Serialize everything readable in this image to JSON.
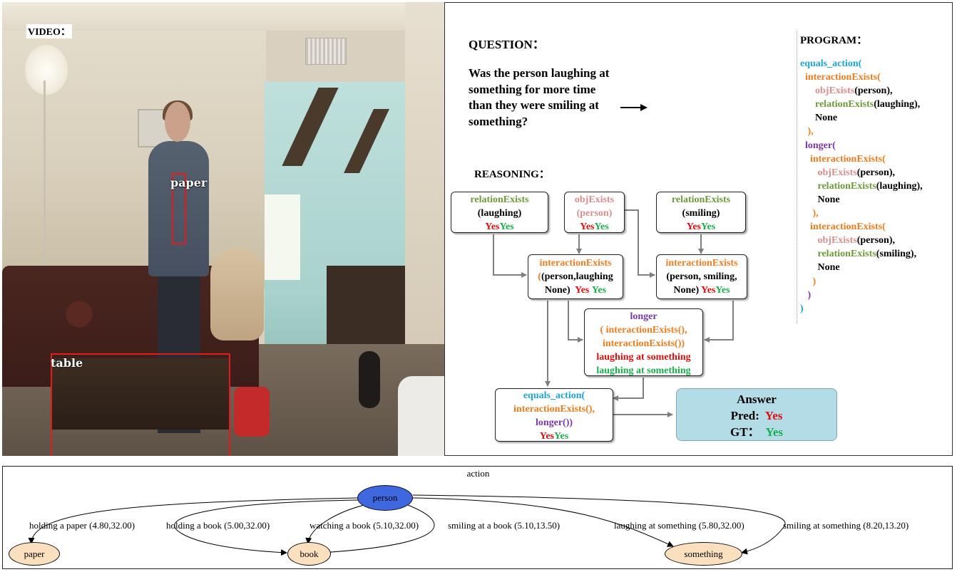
{
  "video": {
    "title": "VIDEO：",
    "detections": [
      "paper",
      "table"
    ]
  },
  "question": {
    "title": "QUESTION：",
    "text": "Was the person laughing at something for more time than they were smiling at something?"
  },
  "reasoning": {
    "title": "REASONING：",
    "rel_laughing": {
      "fn": "relationExists",
      "arg": "(laughing)"
    },
    "obj_person": {
      "fn": "objExists",
      "arg": "(person)"
    },
    "rel_smiling": {
      "fn": "relationExists",
      "arg": "(smiling)"
    },
    "inter_laughing": {
      "fn": "interactionExists",
      "arg1": "(person,laughing",
      "arg2": "None)"
    },
    "inter_smiling": {
      "fn": "interactionExists",
      "arg1": "(person, smiling,",
      "arg2": "None)"
    },
    "longer": {
      "fn": "longer",
      "arg1": "( interactionExists(),",
      "arg2": "interactionExists())",
      "pred": "laughing at something",
      "gt": "laughing at something"
    },
    "equals": {
      "fn": "equals_action(",
      "arg1": "interactionExists(),",
      "arg2": "longer())"
    },
    "yes_pred": "Yes",
    "yes_gt": "Yes"
  },
  "answer": {
    "title": "Answer",
    "pred_label": "Pred:",
    "pred_value": "Yes",
    "gt_label": "GT：",
    "gt_value": "Yes"
  },
  "program": {
    "title": "PROGRAM：",
    "lines": [
      [
        {
          "t": "equals_action(",
          "c": "blue"
        }
      ],
      [
        {
          "t": "  interactionExists(",
          "c": "orange"
        }
      ],
      [
        {
          "t": "      objExists",
          "c": "pink"
        },
        {
          "t": "(person),",
          "c": "black"
        }
      ],
      [
        {
          "t": "      relationExists",
          "c": "green"
        },
        {
          "t": "(laughing),",
          "c": "black"
        }
      ],
      [
        {
          "t": "      None",
          "c": "black"
        }
      ],
      [
        {
          "t": "   ),",
          "c": "orange"
        }
      ],
      [
        {
          "t": "  longer(",
          "c": "purple"
        }
      ],
      [
        {
          "t": "    interactionExists(",
          "c": "orange"
        }
      ],
      [
        {
          "t": "       objExists",
          "c": "pink"
        },
        {
          "t": "(person),",
          "c": "black"
        }
      ],
      [
        {
          "t": "       relationExists",
          "c": "green"
        },
        {
          "t": "(laughing),",
          "c": "black"
        }
      ],
      [
        {
          "t": "       None",
          "c": "black"
        }
      ],
      [
        {
          "t": "     ),",
          "c": "orange"
        }
      ],
      [
        {
          "t": "    interactionExists(",
          "c": "orange"
        }
      ],
      [
        {
          "t": "       objExists",
          "c": "pink"
        },
        {
          "t": "(person),",
          "c": "black"
        }
      ],
      [
        {
          "t": "       relationExists",
          "c": "green"
        },
        {
          "t": "(smiling),",
          "c": "black"
        }
      ],
      [
        {
          "t": "       None",
          "c": "black"
        }
      ],
      [
        {
          "t": "     )",
          "c": "orange"
        }
      ],
      [
        {
          "t": "   )",
          "c": "purple"
        }
      ],
      [
        {
          "t": ")",
          "c": "blue"
        }
      ]
    ]
  },
  "graph": {
    "title": "action",
    "nodes": {
      "person": "person",
      "paper": "paper",
      "book": "book",
      "something": "something"
    },
    "edges": [
      "holding a paper (4.80,32.00)",
      "holding a book (5.00,32.00)",
      "watching a book (5.10,32.00)",
      "smiling at a book (5.10,13.50)",
      "laughing at something (5.80,32.00)",
      "smiling at something (8.20,13.20)"
    ]
  },
  "colors": {
    "blue": "#1aa6d9",
    "orange": "#ee7d1e",
    "pink": "#d98e8e",
    "green": "#6e9a3a",
    "purple": "#7a39a8",
    "red": "#e00d0d",
    "bright_green": "#17b04d",
    "answer_bg": "#b4dce6",
    "person_node": "#3f67e0",
    "object_node": "#fbe0bf"
  }
}
